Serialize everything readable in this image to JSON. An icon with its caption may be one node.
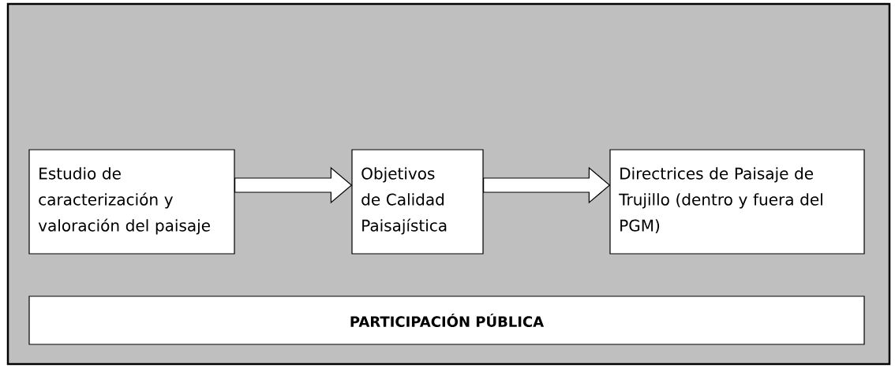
{
  "diagram": {
    "nodes": [
      {
        "text": [],
        "shape": "box"
      },
      {
        "text": [
          "Estudio de caracterización y valoración del paisaje"
        ],
        "in": 0
      },
      {
        "text": [
          "Objetivos de Calidad Paisajística"
        ],
        "in": 0
      },
      {
        "text": [
          "Directrices de Paisaje de Trujillo (dentro y fuera del PGM)"
        ],
        "in": 0
      },
      {
        "text": [
          "PARTICIPACIÓN PÚBLICA"
        ],
        "in": 0
      }
    ],
    "edges": [
      {
        "from": 1,
        "to": 2,
        "arrow": "to"
      },
      {
        "from": 2,
        "to": 3,
        "arrow": "to"
      }
    ]
  }
}
